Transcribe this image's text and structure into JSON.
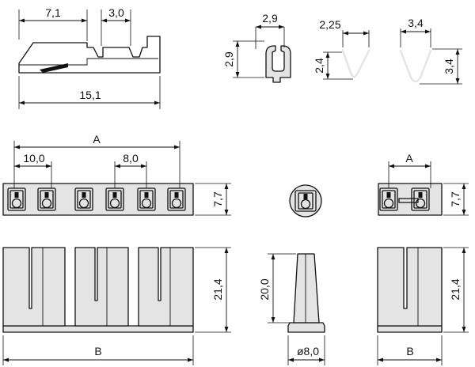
{
  "terminal": {
    "dim_7_1": "7,1",
    "dim_3_0": "3,0",
    "dim_15_1": "15,1",
    "dim_2_9_w": "2,9",
    "dim_2_9_h": "2,9",
    "dim_2_25": "2,25",
    "dim_2_4": "2,4",
    "dim_3_4_w": "3,4",
    "dim_3_4_h": "3,4"
  },
  "housing_multi": {
    "dim_A": "A",
    "dim_10_0": "10,0",
    "dim_8_0": "8,0",
    "dim_7_7": "7,7",
    "dim_21_4": "21,4",
    "dim_B": "B"
  },
  "housing_round": {
    "dim_20_0": "20,0",
    "dim_dia": "ø8,0"
  },
  "housing_two": {
    "dim_A": "A",
    "dim_7_7": "7,7",
    "dim_21_4": "21,4",
    "dim_B": "B"
  },
  "colors": {
    "line": "#111111",
    "fill": "#e4e4e4",
    "background": "#ffffff"
  }
}
